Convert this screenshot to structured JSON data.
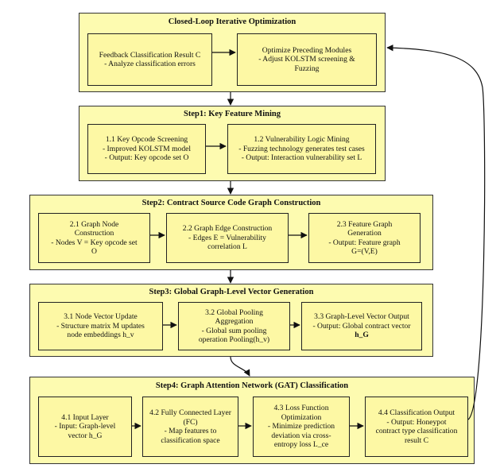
{
  "loop": {
    "title": "Closed-Loop Iterative Optimization",
    "box1": {
      "lines": [
        "Feedback Classification Result C",
        "- Analyze classification errors"
      ]
    },
    "box2": {
      "lines": [
        "Optimize Preceding Modules",
        "- Adjust KOLSTM screening &",
        "Fuzzing"
      ]
    }
  },
  "step1": {
    "title": "Step1: Key Feature Mining",
    "box1": {
      "lines": [
        "1.1 Key Opcode Screening",
        "- Improved KOLSTM model",
        "- Output: Key opcode set O"
      ]
    },
    "box2": {
      "lines": [
        "1.2 Vulnerability Logic Mining",
        "- Fuzzing technology generates test cases",
        "- Output: Interaction vulnerability set L"
      ]
    }
  },
  "step2": {
    "title": "Step2: Contract Source Code Graph Construction",
    "box1": {
      "lines": [
        "2.1 Graph Node",
        "Construction",
        "- Nodes V = Key opcode set",
        "O"
      ]
    },
    "box2": {
      "lines": [
        "2.2 Graph Edge Construction",
        "- Edges E = Vulnerability",
        "correlation L"
      ]
    },
    "box3": {
      "lines": [
        "2.3 Feature Graph",
        "Generation",
        "- Output: Feature graph",
        "G=(V,E)"
      ]
    }
  },
  "step3": {
    "title": "Step3: Global Graph-Level Vector Generation",
    "box1": {
      "lines": [
        "3.1 Node Vector Update",
        "- Structure matrix M updates",
        "node embeddings h_v"
      ]
    },
    "box2": {
      "lines": [
        "3.2 Global Pooling",
        "Aggregation",
        "- Global sum pooling",
        "operation Pooling(h_v)"
      ]
    },
    "box3": {
      "lines": [
        "3.3 Graph-Level Vector Output",
        "- Output: Global contract vector",
        "h_G"
      ]
    }
  },
  "step4": {
    "title": "Step4: Graph Attention Network (GAT) Classification",
    "box1": {
      "lines": [
        "4.1 Input Layer",
        "- Input: Graph-level",
        "vector h_G"
      ]
    },
    "box2": {
      "lines": [
        "4.2 Fully Connected Layer",
        "(FC)",
        "- Map features to",
        "classification space"
      ]
    },
    "box3": {
      "lines": [
        "4.3 Loss Function",
        "Optimization",
        "- Minimize prediction",
        "deviation via cross-",
        "entropy loss L_ce"
      ]
    },
    "box4": {
      "lines": [
        "4.4 Classification Output",
        "- Output: Honeypot",
        "contract type classification",
        "result C"
      ]
    }
  }
}
